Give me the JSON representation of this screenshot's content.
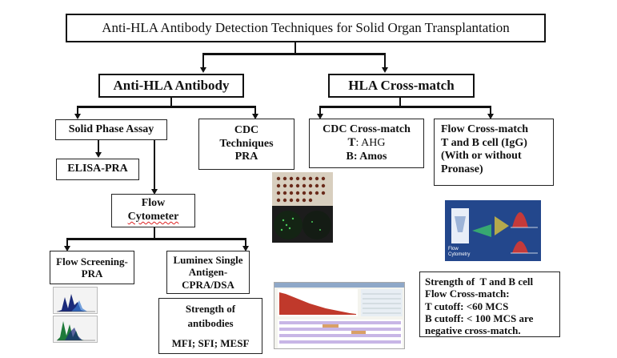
{
  "title": "Anti-HLA Antibody Detection Techniques for Solid Organ Transplantation",
  "branches": {
    "antibody": "Anti-HLA Antibody",
    "crossmatch": "HLA Cross-match"
  },
  "antibody_children": {
    "solid_phase": "Solid Phase Assay",
    "cdc_line1": "CDC",
    "cdc_line2": "Techniques",
    "cdc_line3": "PRA",
    "elisa": "ELISA-PRA",
    "flow_cytometer_line1": "Flow",
    "flow_cytometer_line2": "Cytometer",
    "flow_screening_line1": "Flow Screening-",
    "flow_screening_line2": "PRA",
    "luminex_line1": "Luminex Single",
    "luminex_line2": "Antigen-",
    "luminex_line3": "CPRA/DSA",
    "strength_line1": "Strength of",
    "strength_line2": "antibodies",
    "strength_line3": "MFI; SFI; MESF"
  },
  "crossmatch_children": {
    "cdc_cm_title": "CDC Cross-match",
    "cdc_cm_t_label": "T",
    "cdc_cm_t_value": ": AHG",
    "cdc_cm_b": "B: Amos",
    "flow_cm_line1": "Flow Cross-match",
    "flow_cm_line2": "T and B cell (IgG)",
    "flow_cm_line3": "(With or without",
    "flow_cm_line4": "Pronase)",
    "cutoff_line1": "Strength of  T and B cell",
    "cutoff_line2": "Flow Cross-match:",
    "cutoff_line3": "T cutoff: <60 MCS",
    "cutoff_line4": "B cutoff: < 100 MCS are",
    "cutoff_line5": "negative cross-match."
  },
  "figure_labels": {
    "flow_diagram_text": "Flow Cytometry"
  },
  "colors": {
    "line": "#111111",
    "wavy_underline": "#d22222",
    "histogram_fill": "#1a2a7a",
    "histogram_fill_green": "#1f7a3a",
    "bar_chart_fill": "#c0392b",
    "plate_bg": "#1c1c1c"
  }
}
